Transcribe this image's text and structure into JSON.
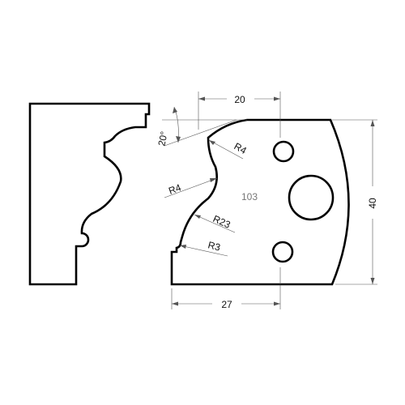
{
  "labels": {
    "dim_top": "20",
    "dim_bottom": "27",
    "dim_right": "40",
    "angle": "20°",
    "radius_upper": "R4",
    "radius_mid": "R4",
    "radius_large": "R23",
    "radius_small": "R3",
    "part_number": "103"
  }
}
